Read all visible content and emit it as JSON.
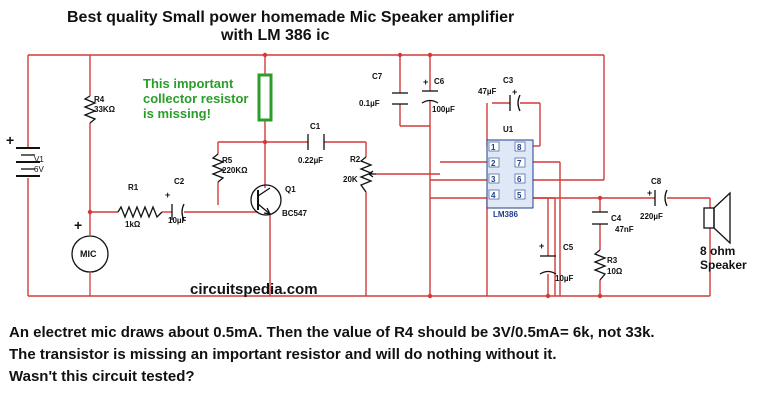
{
  "title": {
    "line1": "Best quality Small power homemade Mic Speaker amplifier",
    "line2": "with LM 386 ic"
  },
  "annotation": {
    "line1": "This important",
    "line2": "collector resistor",
    "line3": "is missing!"
  },
  "components": {
    "r4": {
      "ref": "R4",
      "value": "33KΩ"
    },
    "r5": {
      "ref": "R5",
      "value": "220KΩ"
    },
    "r1": {
      "ref": "R1",
      "value": "1kΩ"
    },
    "c2": {
      "ref": "C2",
      "value": "10µF"
    },
    "c1": {
      "ref": "C1",
      "value": "0.22µF"
    },
    "q1": {
      "ref": "Q1",
      "value": "BC547"
    },
    "r2": {
      "ref": "R2",
      "value": "20K"
    },
    "c7": {
      "ref": "C7",
      "value": "0.1µF"
    },
    "c6": {
      "ref": "C6",
      "value": "100µF"
    },
    "c3": {
      "ref": "C3",
      "value": "47µF"
    },
    "u1": {
      "ref": "U1",
      "part": "LM386",
      "pins": [
        "1",
        "8",
        "2",
        "7",
        "3",
        "6",
        "4",
        "5"
      ]
    },
    "c5": {
      "ref": "C5",
      "value": "10µF"
    },
    "r3": {
      "ref": "R3",
      "value": "10Ω"
    },
    "c4": {
      "ref": "C4",
      "value": "47nF"
    },
    "c8": {
      "ref": "C8",
      "value": "220µF"
    },
    "v1": {
      "ref": "V1",
      "value": "6V"
    },
    "mic": {
      "label": "MIC"
    },
    "speaker": {
      "line1": "8 ohm",
      "line2": "Speaker"
    }
  },
  "polarity": {
    "plus": "+"
  },
  "watermark": "circuitspedia.com",
  "complaint": {
    "line1": "An electret mic draws about 0.5mA. Then the value of R4 should be 3V/0.5mA= 6k, not 33k.",
    "line2": "The transistor is missing an important resistor and will do nothing without it.",
    "line3": "Wasn't this circuit tested?"
  },
  "colors": {
    "wire": "#d23a3a",
    "component": "#111111",
    "annotation": "#2a9d2a",
    "chip": "#1f3f8a"
  }
}
